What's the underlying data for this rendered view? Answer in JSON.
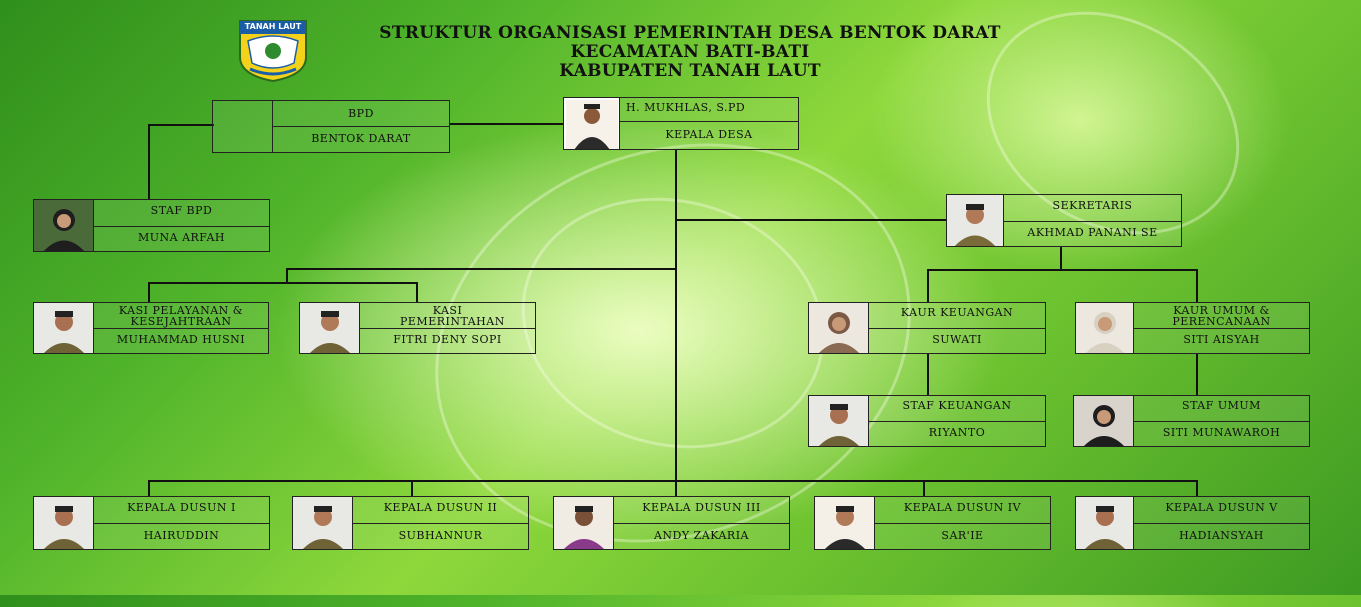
{
  "title": {
    "line1": "STRUKTUR ORGANISASI PEMERINTAH DESA BENTOK DARAT",
    "line2": "KECAMATAN BATI-BATI",
    "line3": "KABUPATEN TANAH LAUT"
  },
  "logo": {
    "text": "TANAH LAUT",
    "icon": "tanah-laut-emblem"
  },
  "positions": {
    "bpd": {
      "role": "BPD",
      "name": "BENTOK DARAT"
    },
    "kepala_desa": {
      "role": "H. MUKHLAS, S.PD",
      "name": "KEPALA DESA"
    },
    "staf_bpd": {
      "role": "STAF BPD",
      "name": "MUNA ARFAH"
    },
    "sekretaris": {
      "role": "SEKRETARIS",
      "name": "AKHMAD PANANI SE"
    },
    "kasi_pelayanan": {
      "role": "KASI PELAYANAN & KESEJAHTRAAN",
      "name": "MUHAMMAD HUSNI"
    },
    "kasi_pemerintahan": {
      "role": "KASI PEMERINTAHAN",
      "name": "FITRI DENY SOPI"
    },
    "kaur_keuangan": {
      "role": "KAUR KEUANGAN",
      "name": "SUWATI"
    },
    "kaur_umum": {
      "role": "KAUR UMUM & PERENCANAAN",
      "name": "SITI AISYAH"
    },
    "staf_keuangan": {
      "role": "STAF KEUANGAN",
      "name": "RIYANTO"
    },
    "staf_umum": {
      "role": "STAF UMUM",
      "name": "SITI MUNAWAROH"
    },
    "dusun1": {
      "role": "KEPALA DUSUN I",
      "name": "HAIRUDDIN"
    },
    "dusun2": {
      "role": "KEPALA DUSUN II",
      "name": "SUBHANNUR"
    },
    "dusun3": {
      "role": "KEPALA DUSUN III",
      "name": "ANDY ZAKARIA"
    },
    "dusun4": {
      "role": "KEPALA DUSUN IV",
      "name": "SAR'IE"
    },
    "dusun5": {
      "role": "KEPALA DUSUN V",
      "name": "HADIANSYAH"
    }
  },
  "colors": {
    "line": "#111111",
    "background": "#6cc22f"
  }
}
